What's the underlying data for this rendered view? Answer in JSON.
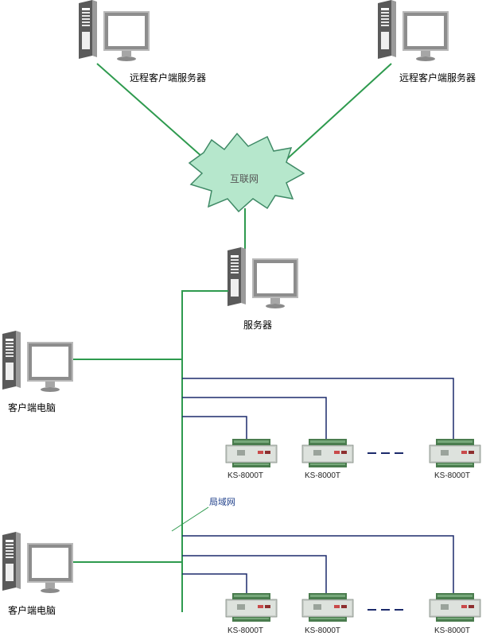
{
  "labels": {
    "remote_server_left": "远程客户端服务器",
    "remote_server_right": "远程客户端服务器",
    "internet": "互联网",
    "server": "服务器",
    "client_pc_top": "客户端电脑",
    "client_pc_bottom": "客户端电脑",
    "lan": "局域网",
    "device_model": "KS-8000T"
  },
  "icons": {
    "computer": "computer-icon",
    "controller": "controller-board-icon",
    "cloud": "cloud-icon"
  },
  "colors": {
    "green_link": "#2e9a4e",
    "navy_link": "#1c2a6b",
    "cloud_fill": "#b6e7cc",
    "cloud_stroke": "#3f8a66"
  }
}
